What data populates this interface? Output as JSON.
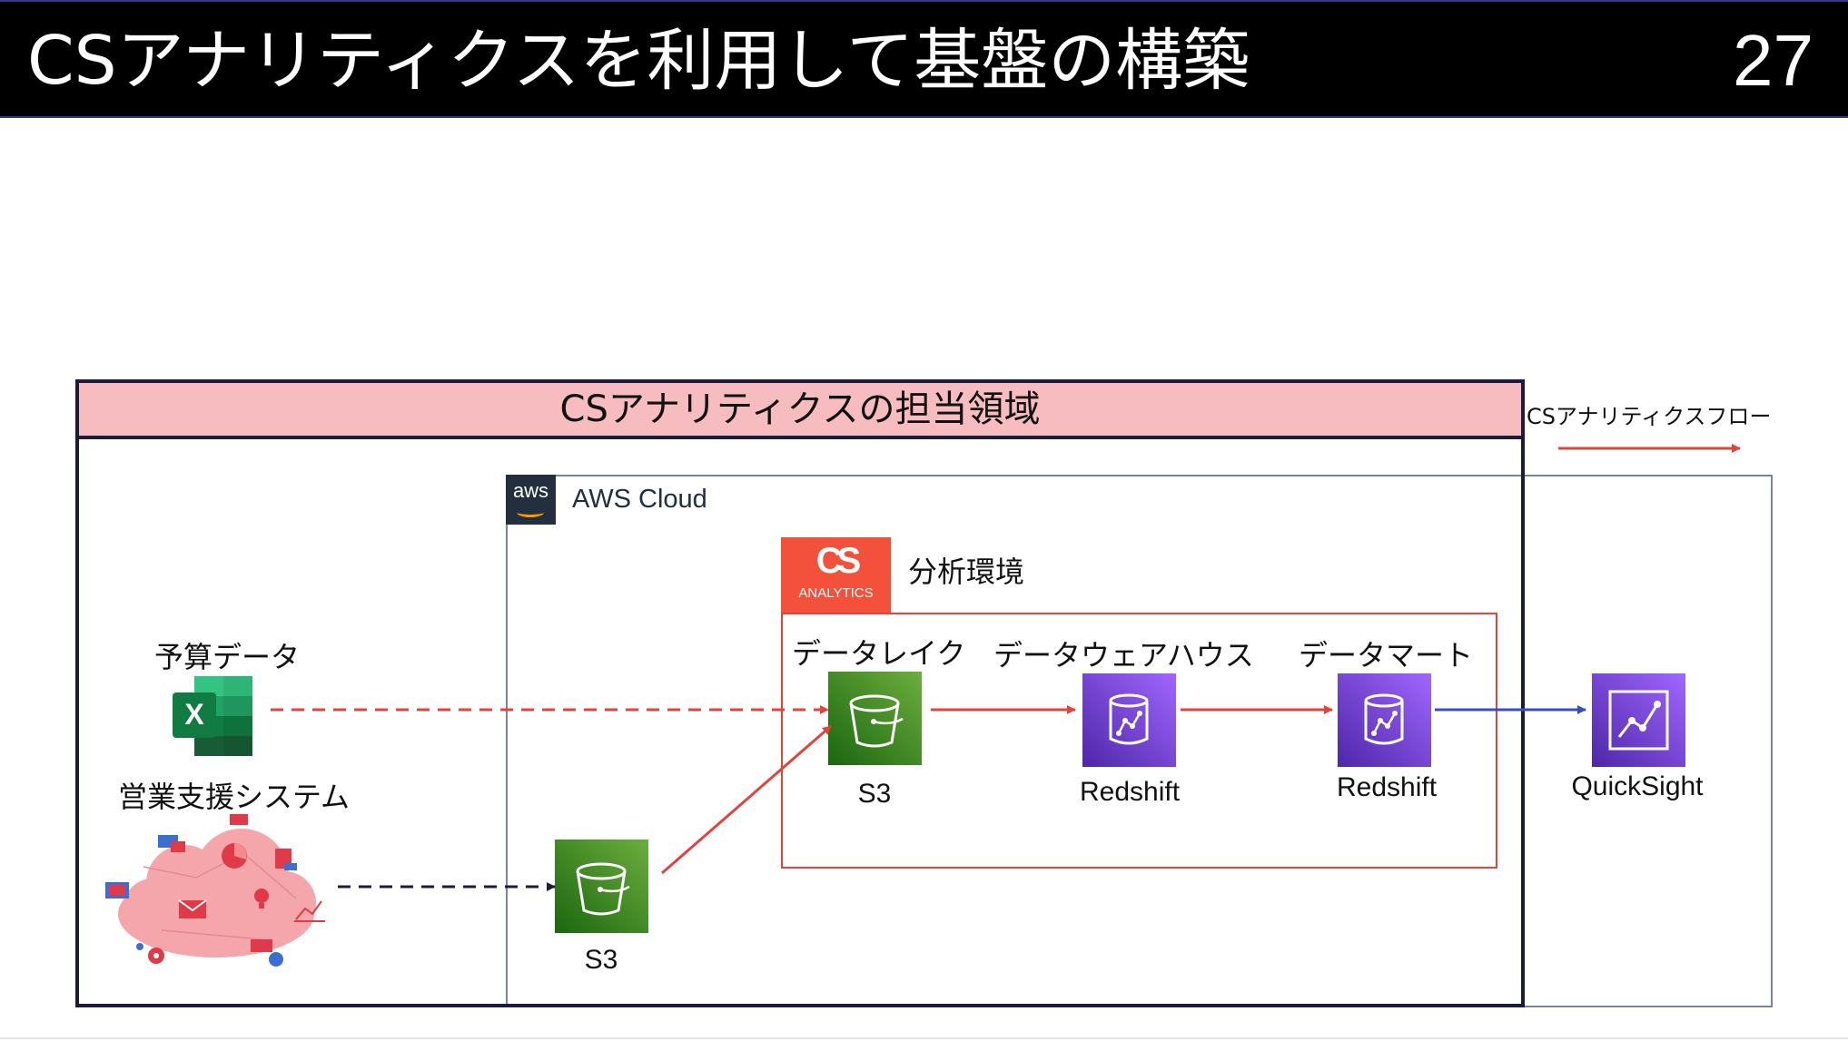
{
  "header": {
    "title": "CSアナリティクスを利用して基盤の構築",
    "page_number": "27"
  },
  "cs_region": {
    "label": "CSアナリティクスの担当領域"
  },
  "legend": {
    "label": "CSアナリティクスフロー",
    "arrow_color": "#e0453c"
  },
  "aws": {
    "logo_text": "aws",
    "label": "AWS Cloud"
  },
  "analysis_env": {
    "logo_text": "CS",
    "logo_subtext": "ANALYTICS",
    "label": "分析環境"
  },
  "sources": {
    "budget_label": "予算データ",
    "sales_label": "営業支援システム",
    "excel_letter": "X"
  },
  "pipeline": {
    "data_lake_label": "データレイク",
    "dwh_label": "データウェアハウス",
    "datamart_label": "データマート"
  },
  "services": {
    "s3_lake": "S3",
    "redshift_dwh": "Redshift",
    "redshift_mart": "Redshift",
    "quicksight": "QuickSight",
    "s3_ingest": "S3"
  },
  "colors": {
    "flow_red": "#e0453c",
    "flow_blue": "#3b4cc0",
    "flow_navy": "#1c1c3a",
    "region_pink": "#f6bcbf"
  }
}
